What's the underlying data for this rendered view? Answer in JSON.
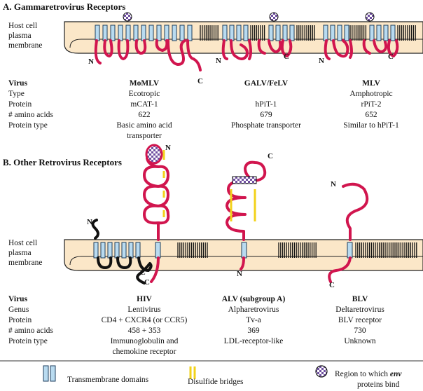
{
  "section_a": {
    "title": "A. Gammaretrovirus Receptors",
    "membrane_label": [
      "Host cell",
      "plasma",
      "membrane"
    ],
    "row_labels": [
      "Virus",
      "Type",
      "Protein",
      "# amino acids",
      "Protein type"
    ],
    "columns": [
      {
        "virus": "MoMLV",
        "type": "Ecotropic",
        "protein": "mCAT-1",
        "amino_acids": "622",
        "protein_type": [
          "Basic amino acid",
          "transporter"
        ]
      },
      {
        "virus": "GALV/FeLV",
        "type": "",
        "protein": "hPiT-1",
        "amino_acids": "679",
        "protein_type": [
          "Phosphate transporter"
        ]
      },
      {
        "virus": "MLV",
        "type": "Amphotropic",
        "protein": "rPiT-2",
        "amino_acids": "652",
        "protein_type": [
          "Similar to hPiT-1"
        ]
      }
    ],
    "terminals": {
      "n": "N",
      "c": "C"
    }
  },
  "section_b": {
    "title": "B. Other Retrovirus Receptors",
    "membrane_label": [
      "Host cell",
      "plasma",
      "membrane"
    ],
    "row_labels": [
      "Virus",
      "Genus",
      "Protein",
      "# amino acids",
      "Protein type"
    ],
    "columns": [
      {
        "virus": "HIV",
        "genus": "Lentivirus",
        "protein": "CD4 + CXCR4 (or CCR5)",
        "amino_acids": "458 + 353",
        "protein_type": [
          "Immunoglobulin and",
          "chemokine receptor"
        ]
      },
      {
        "virus": "ALV (subgroup A)",
        "genus": "Alpharetrovirus",
        "protein": "Tv-a",
        "amino_acids": "369",
        "protein_type": [
          "LDL-receptor-like"
        ]
      },
      {
        "virus": "BLV",
        "genus": "Deltaretrovirus",
        "protein": "BLV receptor",
        "amino_acids": "730",
        "protein_type": [
          "Unknown"
        ]
      }
    ],
    "terminals": {
      "n": "N",
      "c": "C"
    }
  },
  "legend": {
    "transmembrane": "Transmembrane domains",
    "disulfide": "Disulfide bridges",
    "env_region_pre": "Region to which ",
    "env_region_italic": "env",
    "env_region_post": "proteins bind"
  },
  "colors": {
    "membrane": "#fbe7c8",
    "tm_domain": "#b9dbf0",
    "chain": "#d1154e",
    "disulfide": "#f2d21a",
    "env_region": "#7b5aa6"
  }
}
